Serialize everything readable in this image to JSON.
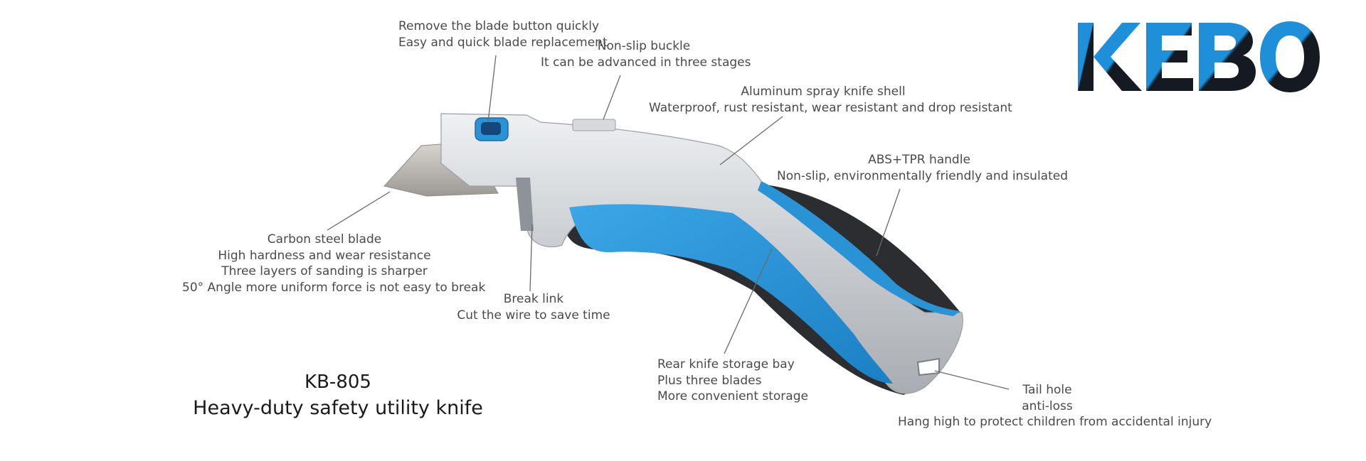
{
  "brand": {
    "name": "KEBO",
    "colors": {
      "blue": "#1e8fd8",
      "dark": "#151a22"
    }
  },
  "product": {
    "model": "KB-805",
    "subtitle": "Heavy-duty safety utility knife"
  },
  "callouts": {
    "blade_button": [
      "Remove the blade button quickly",
      "Easy and quick blade replacement"
    ],
    "buckle": [
      "Non-slip buckle",
      "It can be advanced in three stages"
    ],
    "shell": [
      "Aluminum spray knife shell",
      "Waterproof, rust resistant, wear resistant and drop resistant"
    ],
    "handle": [
      "ABS+TPR handle",
      "Non-slip, environmentally friendly and insulated"
    ],
    "blade": [
      "Carbon steel blade",
      "High hardness and wear resistance",
      "Three layers of sanding is sharper",
      "50° Angle more uniform force is not easy to break"
    ],
    "break_link": [
      "Break link",
      "Cut the wire to save time"
    ],
    "storage": [
      "Rear knife storage bay",
      "Plus three blades",
      "More convenient storage"
    ],
    "tail_hole": [
      "Tail hole",
      "anti-loss",
      "Hang high to protect children from accidental injury"
    ]
  },
  "colors": {
    "silver": "#c9ccd0",
    "silver_light": "#e6e8ea",
    "handle_blue": "#2a93d6",
    "handle_black": "#2b2d31",
    "text": "#4a4a4a"
  }
}
